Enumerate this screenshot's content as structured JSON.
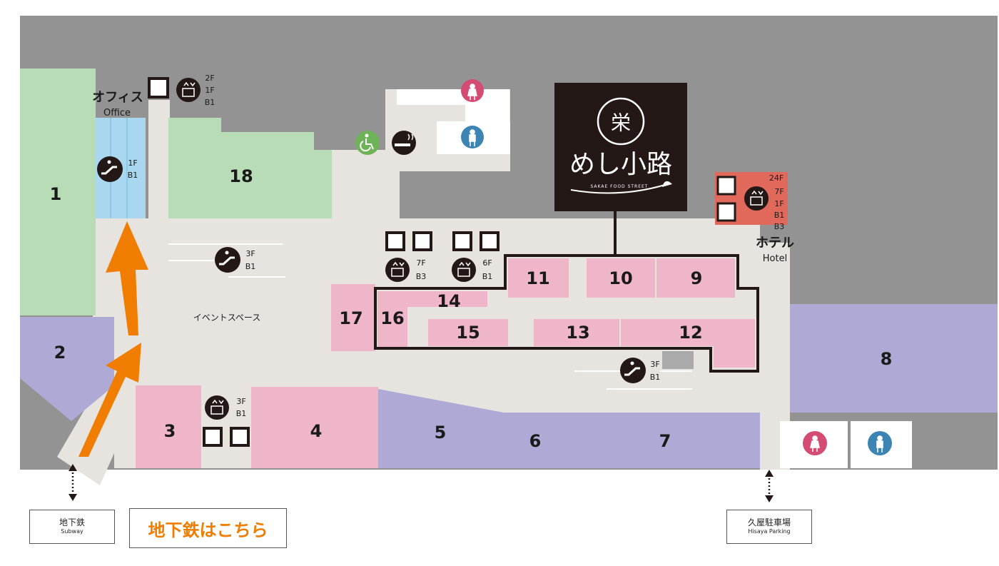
{
  "stores": {
    "s1": "1",
    "s2": "2",
    "s3": "3",
    "s4": "4",
    "s5": "5",
    "s6": "6",
    "s7": "7",
    "s8": "8",
    "s9": "9",
    "s10": "10",
    "s11": "11",
    "s12": "12",
    "s13": "13",
    "s14": "14",
    "s15": "15",
    "s16": "16",
    "s17": "17",
    "s18": "18"
  },
  "labels": {
    "office_jp": "オフィス",
    "office_en": "Office",
    "hotel_jp": "ホテル",
    "hotel_en": "Hotel",
    "event_space": "イベントスペース",
    "meshi_logo": "栄",
    "meshi_title": "めし小路",
    "meshi_sub": "SAKAE FOOD STREET"
  },
  "floors": {
    "office_elev": [
      "2F",
      "1F",
      "B1"
    ],
    "office_esc": [
      "1F",
      "B1"
    ],
    "center_esc": [
      "3F",
      "B1"
    ],
    "elev_a": [
      "7F",
      "B3"
    ],
    "elev_b": [
      "6F",
      "B1"
    ],
    "hotel_elev": [
      "24F",
      "7F",
      "1F",
      "B1",
      "B3"
    ],
    "right_esc": [
      "3F",
      "B1"
    ],
    "bottom_elev": [
      "3F",
      "B1"
    ]
  },
  "exits": {
    "subway_jp": "地下鉄",
    "subway_en": "Subway",
    "subway_callout": "地下鉄はこちら",
    "parking_jp": "久屋駐車場",
    "parking_en": "Hisaya Parking"
  },
  "colors": {
    "background": "#939393",
    "corridor": "#e7e4df",
    "green_store": "#b8dcb5",
    "purple_store": "#aeaad5",
    "pink_store": "#efb6c9",
    "hotel_red": "#e0695c",
    "accent_orange": "#f07d00",
    "dark": "#231815",
    "women": "#d44b74",
    "men": "#3b84b4",
    "accessible": "#6fb358"
  }
}
